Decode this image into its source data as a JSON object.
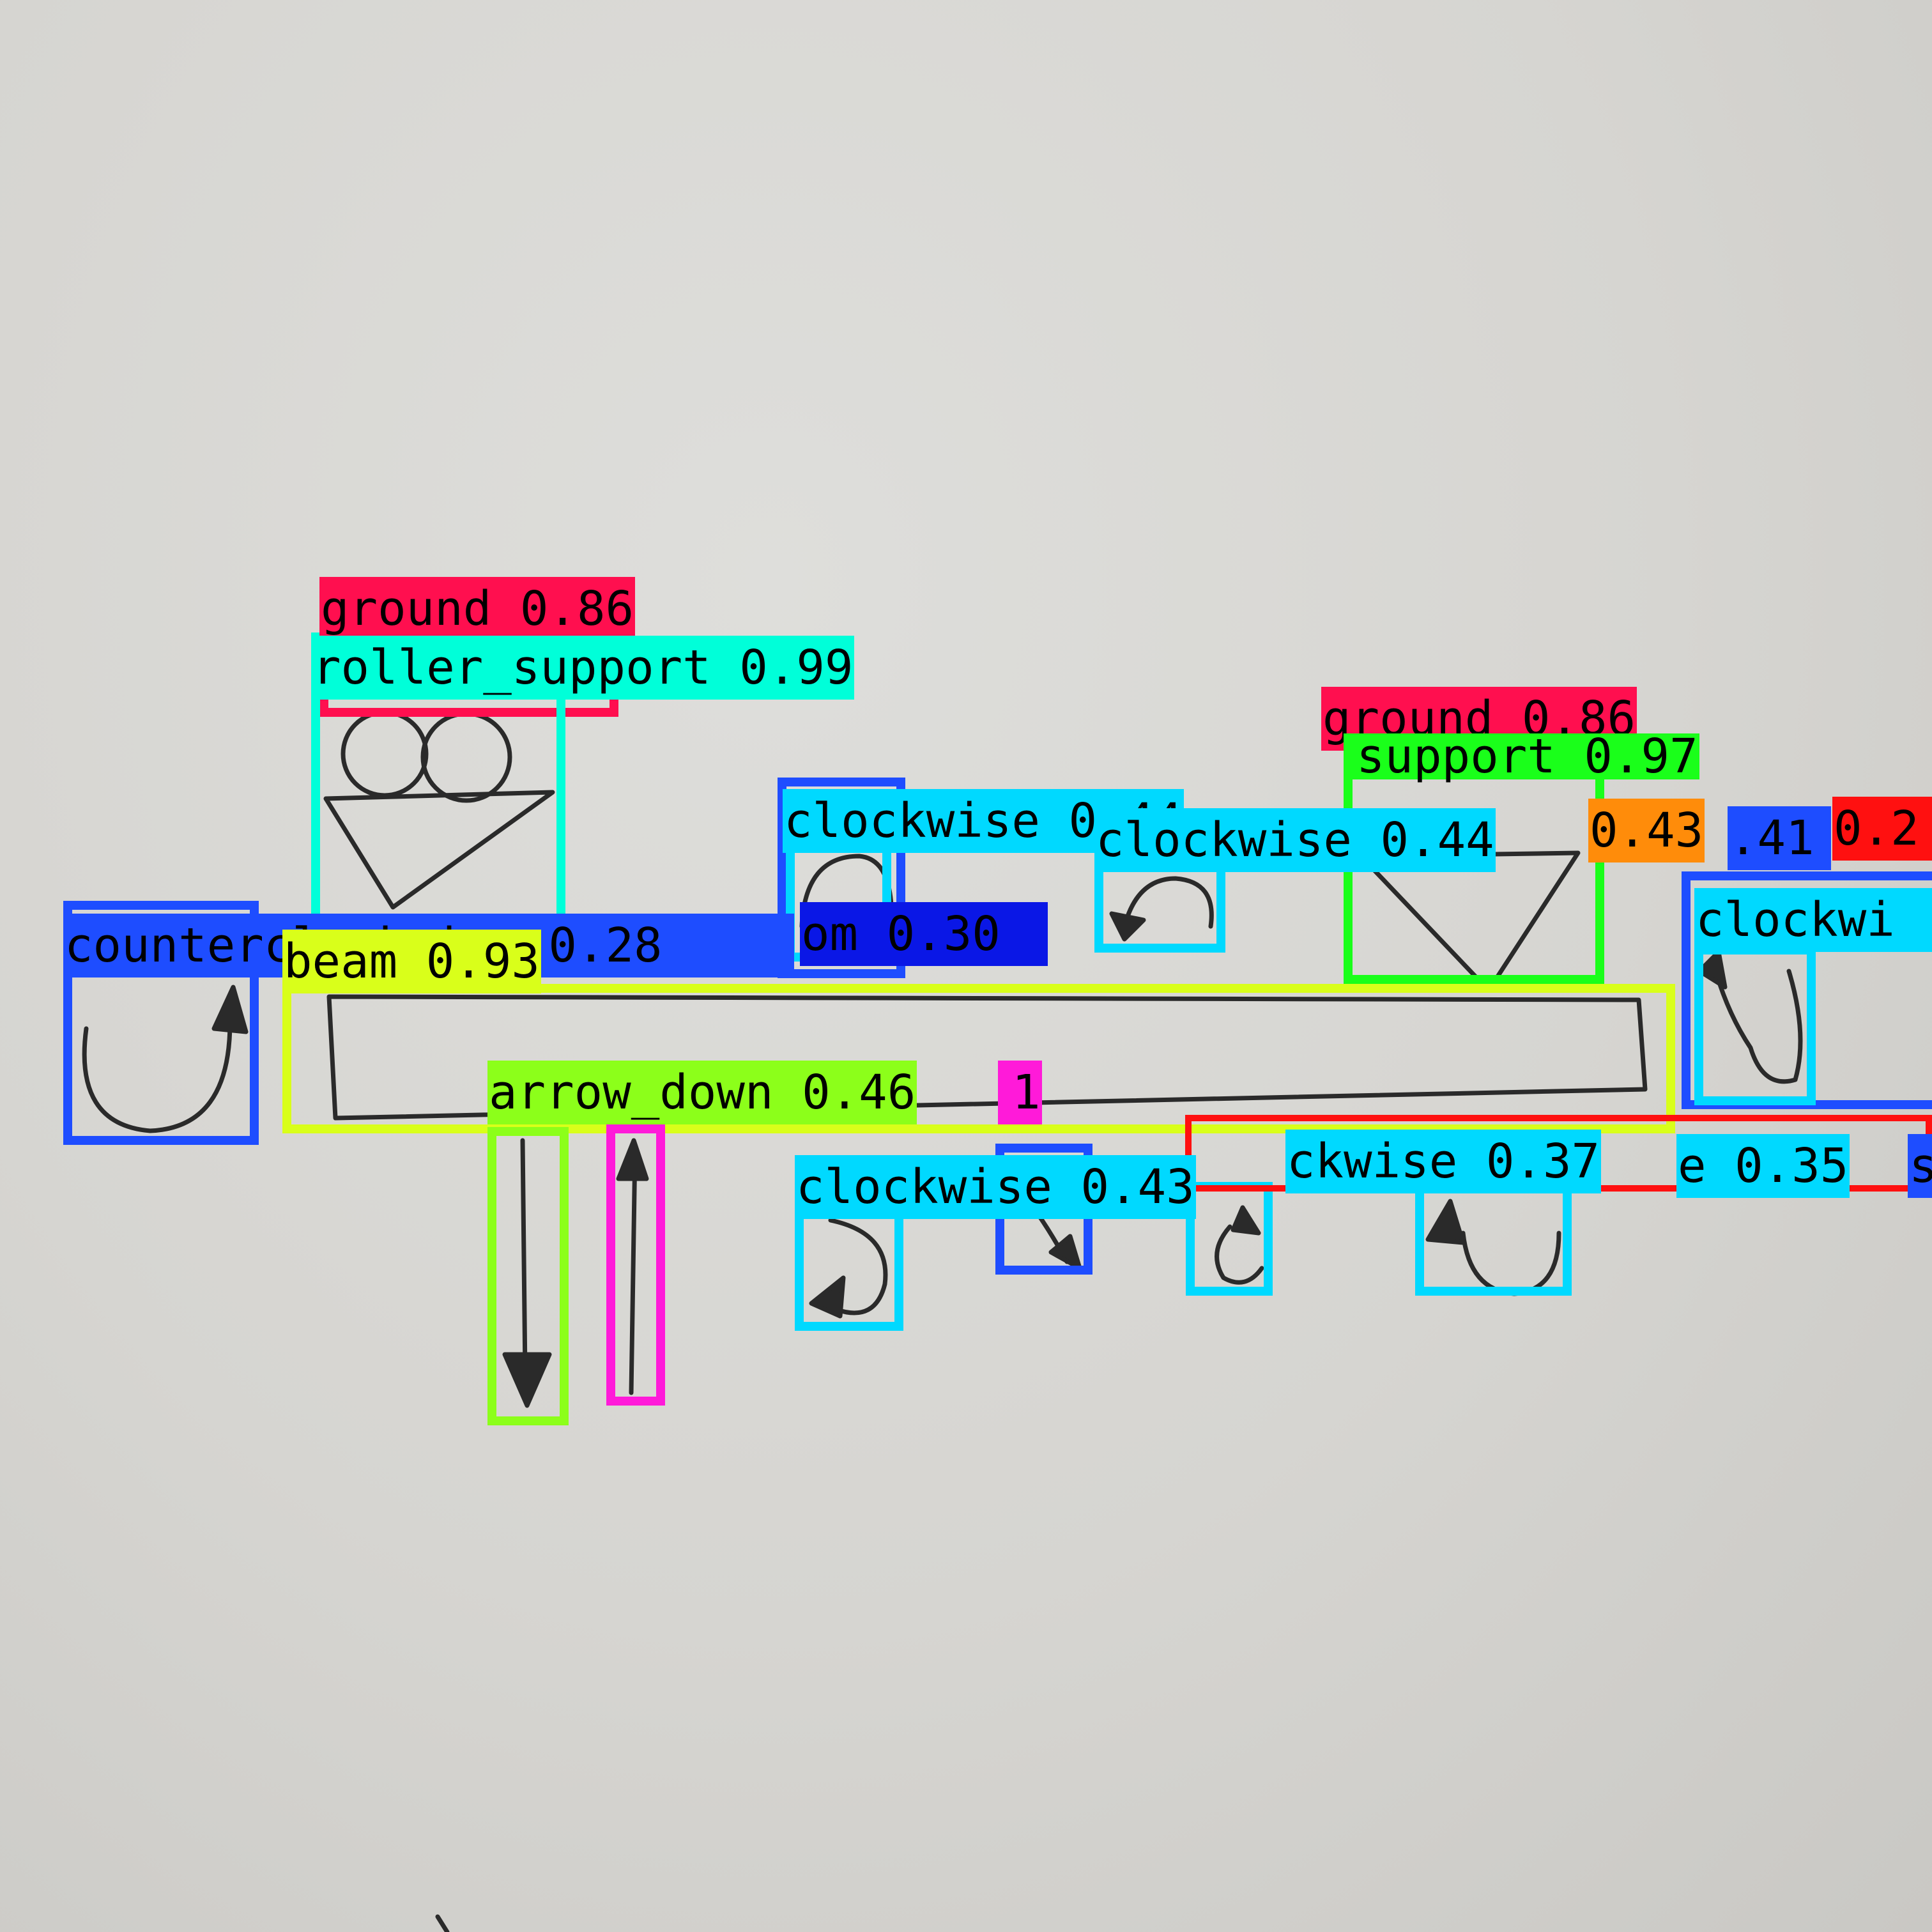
{
  "image": {
    "kind": "photo-of-hand-drawn-beam-sketch-with-detection-overlays"
  },
  "detections": [
    {
      "label": "ground 0.86",
      "color": "#ff0f4f"
    },
    {
      "label": "roller_support 0.99",
      "color": "#00ffd9"
    },
    {
      "label": "counterclockwise 0.28",
      "color": "#1e4dff"
    },
    {
      "label": "beam 0.93",
      "color": "#d9ff1a"
    },
    {
      "label": "arrow_down 0.46",
      "color": "#8cff1a"
    },
    {
      "label": "1",
      "color": "#ff1ad9"
    },
    {
      "label": "clockwise 0.44",
      "color": "#00d9ff"
    },
    {
      "label": "om 0.30",
      "color": "#0a17e6"
    },
    {
      "label": "clockwise 0.44",
      "color": "#00d9ff"
    },
    {
      "label": "ground 0.86",
      "color": "#ff0f4f"
    },
    {
      "label": "support 0.97",
      "color": "#1aff1a"
    },
    {
      "label": "0.43",
      "color": "#ff8c0a"
    },
    {
      "label": ".41",
      "color": "#1e4dff"
    },
    {
      "label": "0.2",
      "color": "#ff1010"
    },
    {
      "label": "clockwi",
      "color": "#00d9ff"
    },
    {
      "label": "clockwise 0.43",
      "color": "#00d9ff"
    },
    {
      "label": "ckwise 0.37",
      "color": "#00d9ff"
    },
    {
      "label": "e 0.35",
      "color": "#00d9ff"
    },
    {
      "label": "s",
      "color": "#1e4dff"
    }
  ]
}
